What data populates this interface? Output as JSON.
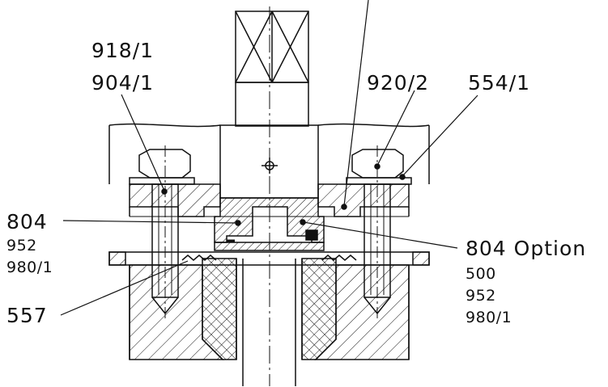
{
  "labels": {
    "l918_1": "918/1",
    "l904_1": "904/1",
    "l920_2": "920/2",
    "l554_1": "554/1",
    "l804_left": "804",
    "l952_left": "952",
    "l980_1_left": "980/1",
    "l557": "557",
    "l804_option": "804 Option",
    "l500": "500",
    "l952_right": "952",
    "l980_1_right": "980/1"
  },
  "colors": {
    "line": "#111111",
    "background": "#ffffff"
  }
}
